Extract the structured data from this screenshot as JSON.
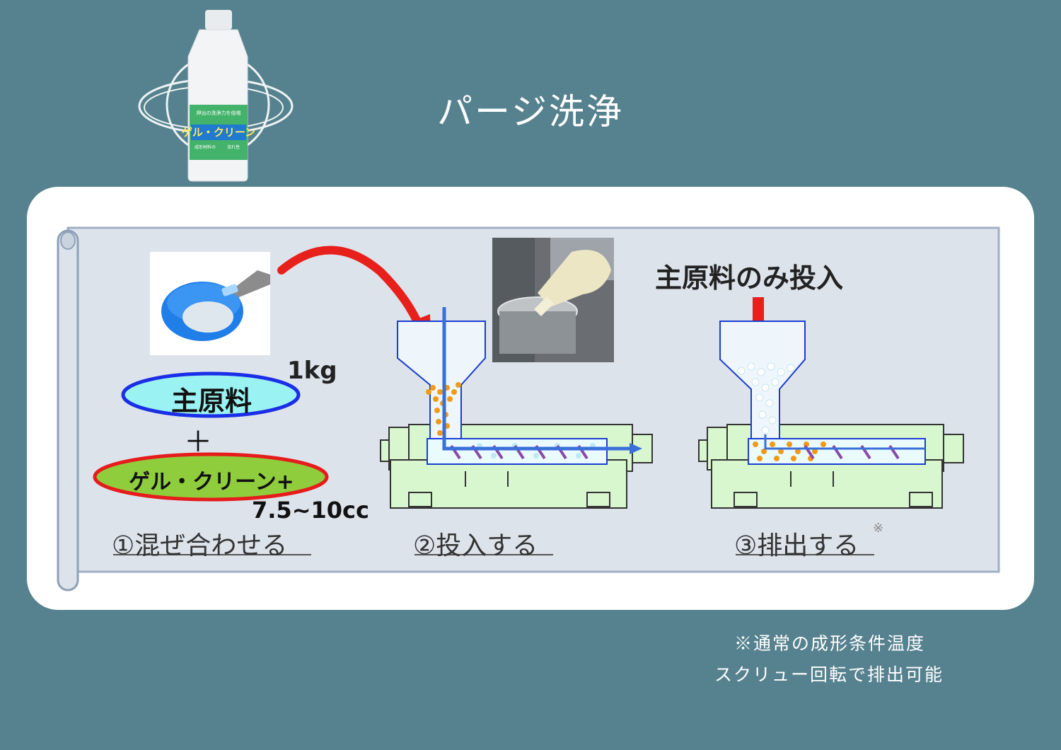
{
  "title": "パージ洗浄",
  "product": {
    "name": "ゲル・クリーン",
    "label_lines": [
      "押出の洗浄力を倍増",
      "成形材料の",
      "流れ性"
    ]
  },
  "step1": {
    "caption": "①混ぜ合わせる",
    "main_material": "主原料",
    "main_amount": "1kg",
    "plus": "＋",
    "additive": "ゲル・クリーン+",
    "additive_amount": "7.5~10cc"
  },
  "step2": {
    "caption": "②投入する"
  },
  "step3": {
    "caption": "③排出する",
    "caption_mark": "※",
    "input_label": "主原料のみ投入"
  },
  "footnote": {
    "line1": "※通常の成形条件温度",
    "line2": "スクリュー回転で排出可能"
  },
  "colors": {
    "background": "#56828f",
    "card": "#ffffff",
    "panel": "#dde3eb",
    "machine": "#d8f7cf",
    "arrow": "#e8201c",
    "flow": "#3a6fd8"
  }
}
